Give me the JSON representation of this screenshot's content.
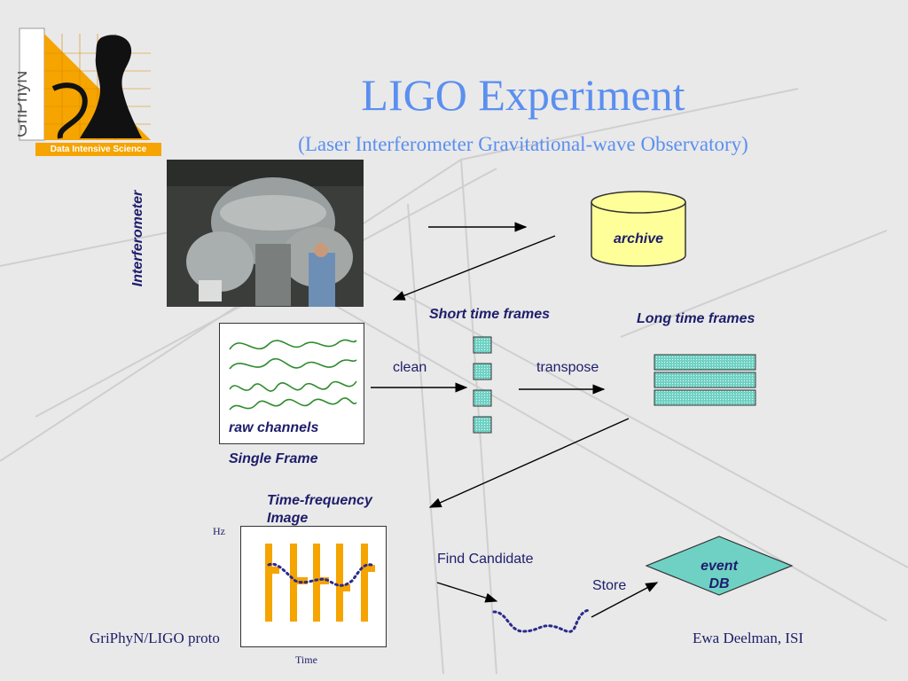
{
  "colors": {
    "title": "#5b8ff0",
    "label": "#1d1d6b",
    "box_fill": "#6fd1c4",
    "cylinder_fill": "#ffff99",
    "wave": "#2e8b2e",
    "bars": "#f5a400",
    "dots": "#2a2a8c",
    "background": "#e9e9e9"
  },
  "logo": {
    "brand": "GriPhyN",
    "caption": "Data Intensive Science"
  },
  "header": {
    "title": "LIGO Experiment",
    "subtitle": "(Laser Interferometer Gravitational-wave Observatory)"
  },
  "photo": {
    "side_label": "Interferometer"
  },
  "archive": {
    "label": "archive"
  },
  "labels": {
    "short_frames": "Short time frames",
    "long_frames": "Long time frames",
    "clean": "clean",
    "transpose": "transpose",
    "raw_channels": "raw channels",
    "single_frame": "Single Frame",
    "tf_image_line1": "Time-frequency",
    "tf_image_line2": "Image",
    "find_candidate": "Find Candidate",
    "store": "Store",
    "axis_y": "Hz",
    "axis_x": "Time"
  },
  "event_db": {
    "line1": "event",
    "line2": "DB"
  },
  "footer": {
    "left": "GriPhyN/LIGO proto",
    "right": "Ewa Deelman, ISI"
  }
}
